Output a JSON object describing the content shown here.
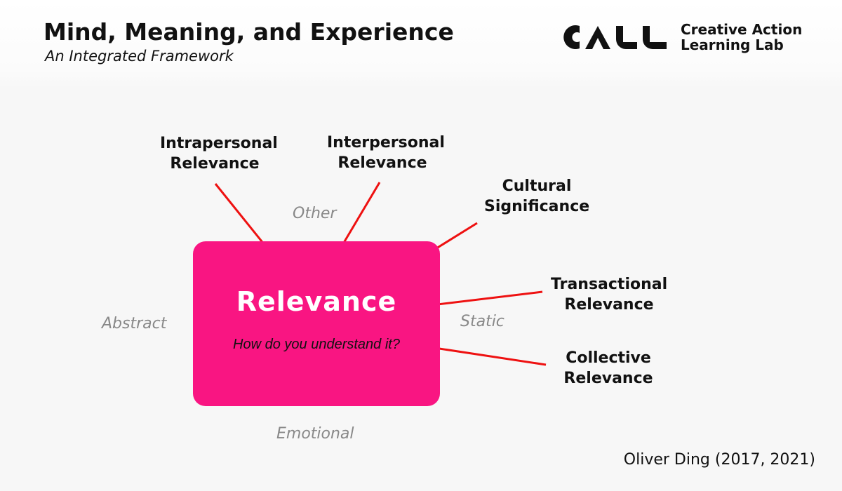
{
  "header": {
    "title": "Mind, Meaning, and Experience",
    "subtitle": "An Integrated Framework"
  },
  "logo": {
    "mark_icon": "call-logo-icon",
    "line1": "Creative Action",
    "line2": "Learning Lab"
  },
  "center": {
    "title": "Relevance",
    "question": "How do you understand it?"
  },
  "nodes": {
    "intrapersonal": {
      "line1": "Intrapersonal",
      "line2": "Relevance"
    },
    "interpersonal": {
      "line1": "Interpersonal",
      "line2": "Relevance"
    },
    "cultural": {
      "line1": "Cultural",
      "line2": "Significance"
    },
    "transactional": {
      "line1": "Transactional",
      "line2": "Relevance"
    },
    "collective": {
      "line1": "Collective",
      "line2": "Relevance"
    }
  },
  "axes": {
    "top": "Other",
    "left": "Abstract",
    "right": "Static",
    "bottom": "Emotional"
  },
  "credit": "Oliver Ding (2017, 2021)",
  "colors": {
    "box": "#f91582",
    "connector": "#ee1111",
    "axis_text": "#888888"
  }
}
